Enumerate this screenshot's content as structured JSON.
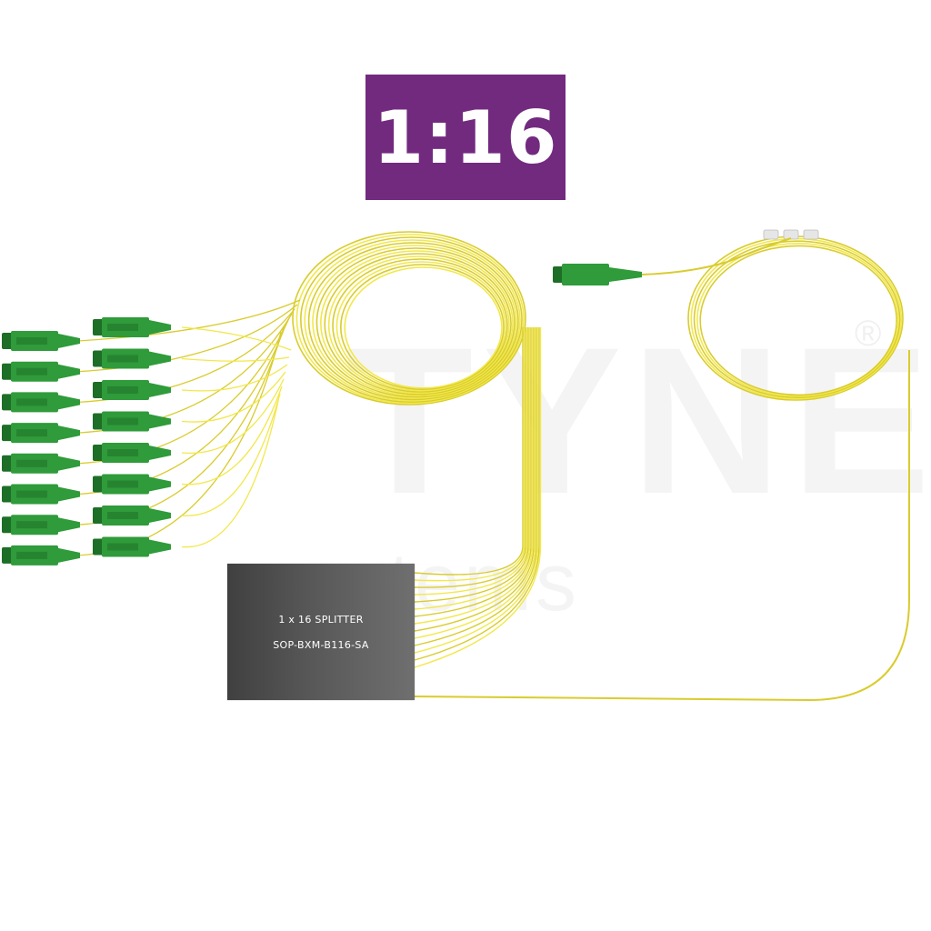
{
  "badge": {
    "text": "1:16",
    "color": "#722a7f"
  },
  "splitter": {
    "line1": "1 x 16 SPLITTER",
    "line2": "SOP-BXM-B116-SA"
  },
  "watermark": {
    "brand": "TYNET",
    "sub": "systems",
    "reg": "®"
  },
  "colors": {
    "fiber": "#f2e84a",
    "fiber_dark": "#d9cc2e",
    "connector": "#2f9b3a",
    "connector_dark": "#1d6e26",
    "body": "#4a4a4a"
  },
  "connectors": {
    "left_column_count": 8,
    "right_column_count": 8,
    "output_count": 16
  }
}
